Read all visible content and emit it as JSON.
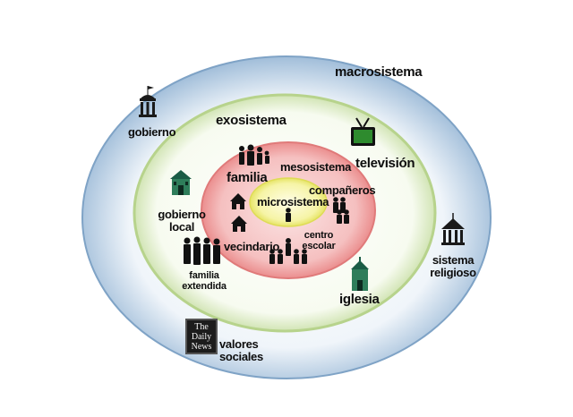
{
  "labels": {
    "macrosistema": "macrosistema",
    "exosistema": "exosistema",
    "mesosistema": "mesosistema",
    "microsistema": "microsistema",
    "gobierno": "gobierno",
    "gobierno_local": [
      "gobierno",
      "local"
    ],
    "familia": "familia",
    "familia_extendida": [
      "familia",
      "extendida"
    ],
    "vecindario": "vecindario",
    "companeros": "compañeros",
    "centro_escolar": [
      "centro",
      "escolar"
    ],
    "television": "televisión",
    "iglesia": "iglesia",
    "sistema_religioso": [
      "sistema",
      "religioso"
    ],
    "valores_sociales": [
      "valores",
      "sociales"
    ],
    "newspaper": [
      "The",
      "Daily",
      "News"
    ]
  },
  "colors": {
    "outer_ring": "#a9c6e0",
    "exo_ring": "#bcd79a",
    "meso_ring": "#e98585",
    "micro_core": "#ecec70",
    "tv": "#2e8b2e",
    "building_green": "#2e7d5a"
  },
  "icons": [
    "building-icon",
    "chapel-icon",
    "family-icon",
    "house-icon",
    "people-icon",
    "tv-icon",
    "temple-icon",
    "newspaper-icon"
  ]
}
